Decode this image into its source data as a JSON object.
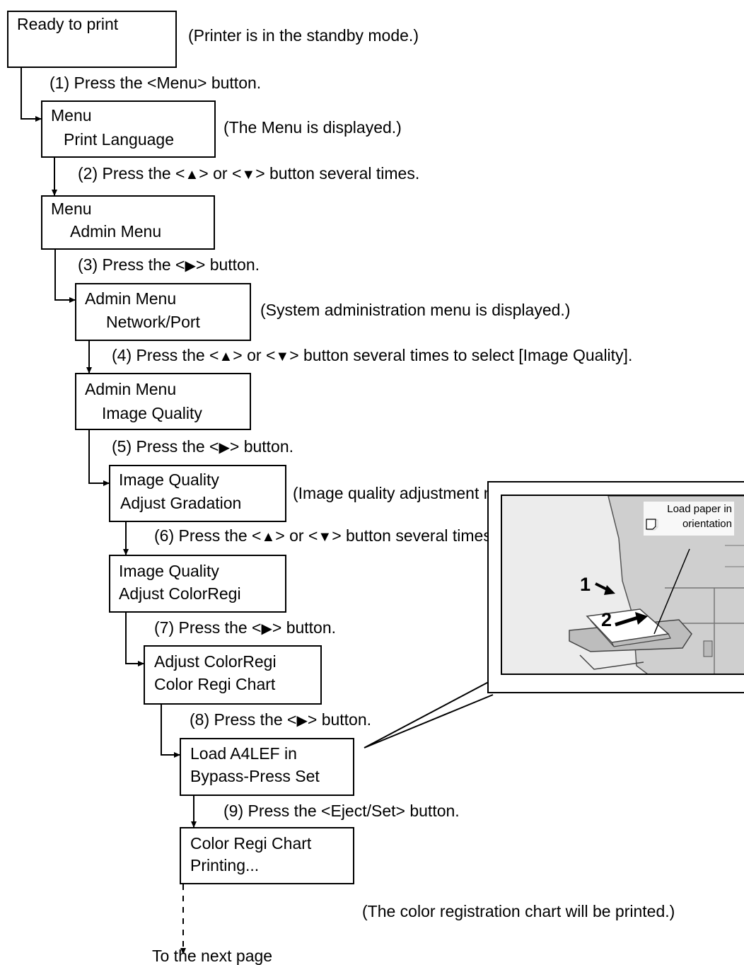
{
  "screens": [
    {
      "line1": "Ready to print",
      "line2": ""
    },
    {
      "line1": "Menu",
      "line2": "Print Language"
    },
    {
      "line1": "Menu",
      "line2": "Admin Menu"
    },
    {
      "line1": "Admin Menu",
      "line2": "Network/Port"
    },
    {
      "line1": "Admin Menu",
      "line2": "Image Quality"
    },
    {
      "line1": "Image Quality",
      "line2": "Adjust Gradation"
    },
    {
      "line1": "Image Quality",
      "line2": "Adjust ColorRegi"
    },
    {
      "line1": "Adjust ColorRegi",
      "line2": "Color Regi Chart"
    },
    {
      "line1": "Load A4LEF in",
      "line2": "Bypass-Press Set"
    },
    {
      "line1": "Color Regi Chart",
      "line2": "Printing..."
    }
  ],
  "notes": {
    "standby": "(Printer is in the standby mode.)",
    "menu_displayed": "(The Menu is displayed.)",
    "admin_displayed": "(System administration menu is displayed.)",
    "iq_displayed": "(Image quality adjustment menu is displayed.)",
    "chart_printed": "(The color registration chart will be printed.)"
  },
  "steps": {
    "s1": "(1)  Press the <Menu> button.",
    "s2a": "(2) Press the <",
    "s2b": "> or <",
    "s2c": "> button several times.",
    "s3a": "(3) Press the <",
    "s3b": "> button.",
    "s4a": "(4) Press the <",
    "s4b": "> or <",
    "s4c": "> button several times to select [Image Quality].",
    "s5a": "(5) Press the <",
    "s5b": "> button.",
    "s6a": "(6) Press the <",
    "s6b": "> or <",
    "s6c": "> button several times.",
    "s7a": "(7) Press the <",
    "s7b": "> button.",
    "s8a": "(8) Press the <",
    "s8b": "> button.",
    "s9": "(9) Press the <Eject/Set> button."
  },
  "glyphs": {
    "up": "▲",
    "down": "▼",
    "right": "▶"
  },
  "callout": {
    "note_line1": "Load paper in",
    "note_line2": "orientation",
    "label1": "1",
    "label2": "2"
  },
  "footer": "To the next page"
}
